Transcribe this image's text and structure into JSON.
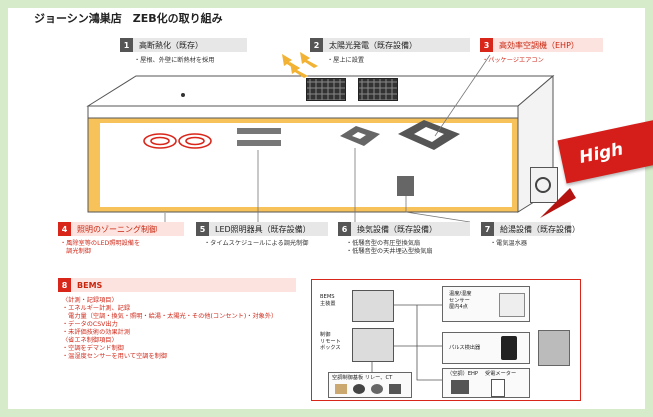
{
  "title": "ジョーシン鴻巣店　ZEB化の取り組み",
  "items": [
    {
      "num": "1",
      "label": "高断熱化（既存）"
    },
    {
      "num": "2",
      "label": "太陽光発電（既存設備）"
    },
    {
      "num": "3",
      "label": "高効率空調機（EHP）"
    },
    {
      "num": "4",
      "label": "照明のゾーニング制御"
    },
    {
      "num": "5",
      "label": "LED照明器具（既存設備）"
    },
    {
      "num": "6",
      "label": "換気設備（既存設備）"
    },
    {
      "num": "7",
      "label": "給湯設備（既存設備）"
    },
    {
      "num": "8",
      "label": "BEMS"
    }
  ],
  "notes": {
    "n1": "・屋根、外壁に断熱材を採用",
    "n2": "・屋上に設置",
    "n3": "・パッケージエアコン",
    "n4a": "・風除室等のLED照明設備を",
    "n4b": "　調光制御",
    "n5": "・タイムスケジュールによる調光制御",
    "n6a": "・低騒音型の有圧型換気扇",
    "n6b": "・低騒音型の天井埋込型換気扇",
    "n7": "・電気温水器"
  },
  "bems_text": [
    "〈計測・記録項目〉",
    "・エネルギー計測、記録",
    "　電力量（空調・換気・照明・給湯・太陽光・その他(コンセント)・対象外）",
    "・データのCSV出力",
    "・未評価技術の効果計測",
    "",
    "〈省エネ制御項目〉",
    "・空調をデマンド制御",
    "・温湿度センサーを用いて空調を制御"
  ],
  "diagram": {
    "bems_main": "BEMS\n主装置",
    "control": "制御\nリモート\nボックス",
    "aircon_board": "空調制御基板  リレー、CT",
    "sensor": "温度/湿度\nセンサー\n屋内4点",
    "pulse": "パルス検出器",
    "ehp": "（空調）EHP",
    "meter": "受電メーター"
  },
  "badge": "High"
}
